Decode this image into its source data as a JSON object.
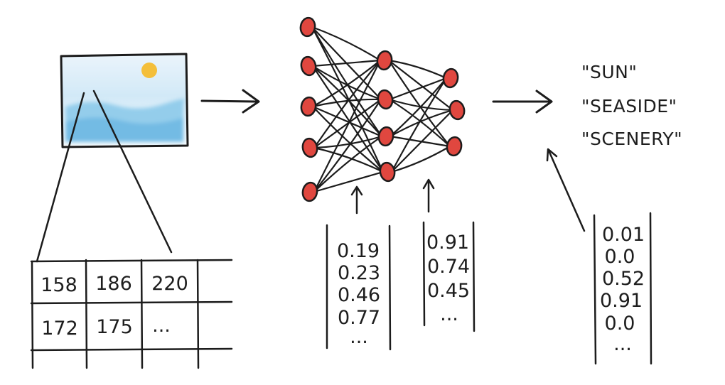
{
  "pixel_grid": {
    "rows": [
      [
        "158",
        "186",
        "220"
      ],
      [
        "172",
        "175",
        "..."
      ]
    ]
  },
  "weight_vectors": [
    {
      "values": [
        "0.19",
        "0.23",
        "0.46",
        "0.77",
        "..."
      ]
    },
    {
      "values": [
        "0.91",
        "0.74",
        "0.45",
        "..."
      ]
    }
  ],
  "output_vector": {
    "values": [
      "0.01",
      "0.0",
      "0.52",
      "0.91",
      "0.0",
      "..."
    ]
  },
  "labels": [
    "\"SUN\"",
    "\"SEASIDE\"",
    "\"SCENERY\""
  ],
  "network": {
    "layers": [
      5,
      4,
      3
    ]
  },
  "colors": {
    "neuron": "#e0473f",
    "sun": "#f4bf3a",
    "sea": "#7cbfe6",
    "sky": "#d7ebf7",
    "ink": "#1c1c1c"
  }
}
